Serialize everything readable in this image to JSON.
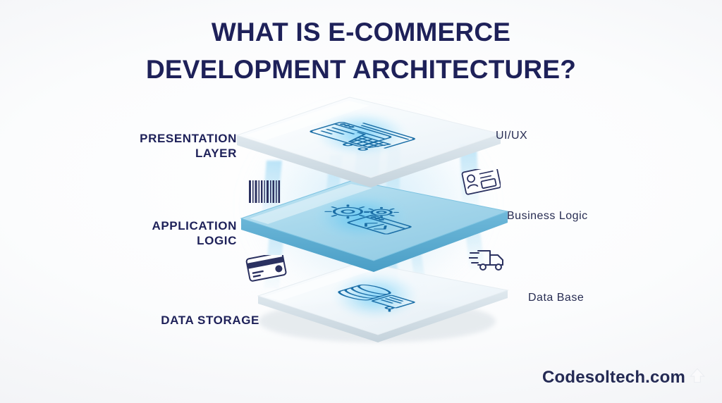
{
  "page": {
    "background_color": "#f3f4f7",
    "title_color": "#1e2159",
    "accent_blue": "#29a8e0",
    "plate_blue": "#a5d8ec"
  },
  "title": {
    "line1": "What is E-Commerce",
    "line2": "Development Architecture?"
  },
  "layers": [
    {
      "id": "presentation",
      "left_label_line1": "Presentation",
      "left_label_line2": "Layer",
      "right_label": "UI/UX",
      "icon_name": "browser-shopping-cart-icon",
      "plate_tint": "clear"
    },
    {
      "id": "application",
      "left_label_line1": "Application",
      "left_label_line2": "Logic",
      "right_label": "Business Logic",
      "icon_name": "gears-code-brackets-icon",
      "plate_tint": "blue"
    },
    {
      "id": "storage",
      "left_label_line1": "Data Storage",
      "left_label_line2": "",
      "right_label": "Data Base",
      "icon_name": "database-server-icon",
      "plate_tint": "clear"
    }
  ],
  "floating_icons": [
    {
      "name": "barcode-icon",
      "side": "left"
    },
    {
      "name": "credit-card-icon",
      "side": "left"
    },
    {
      "name": "id-card-icon",
      "side": "right"
    },
    {
      "name": "delivery-truck-icon",
      "side": "right"
    }
  ],
  "watermark": {
    "text": "Codesoltech.com",
    "arrow_icon": "play-arrow-icon"
  }
}
